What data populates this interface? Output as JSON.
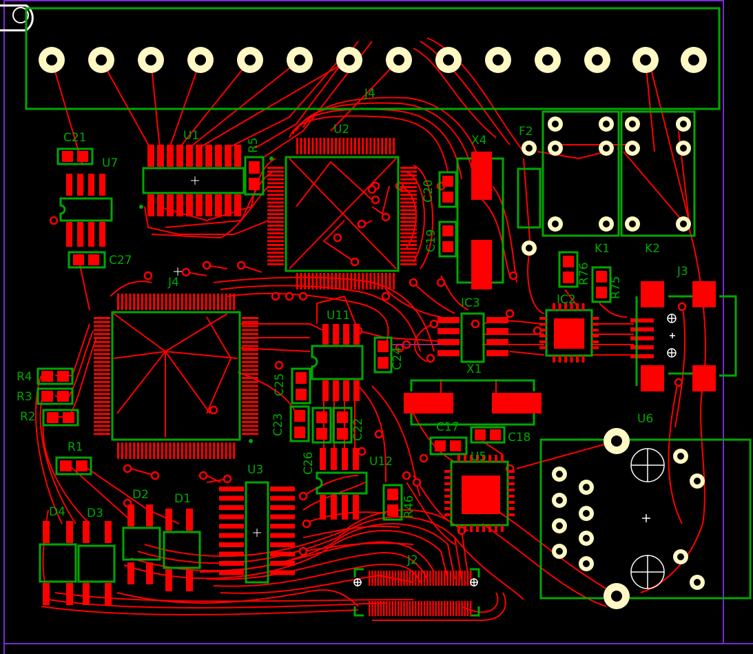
{
  "board": {
    "colors": {
      "background": "#000000",
      "copper": "#ff0000",
      "silkscreen": "#00a800",
      "pad_ring": "#fff8c4",
      "outline": "#7a2ad8",
      "marks": "#ffffff"
    }
  },
  "labels": {
    "J4_top": "J4",
    "U1": "U1",
    "R5": "R5",
    "U2": "U2",
    "X4": "X4",
    "F2": "F2",
    "C21": "C21",
    "U7": "U7",
    "C27": "C27",
    "C20": "C20",
    "C19": "C19",
    "K1": "K1",
    "K2": "K2",
    "R76": "R76",
    "R75": "R75",
    "J3": "J3",
    "J4_mid": "J4",
    "IC3": "IC3",
    "IC2": "IC2",
    "U11": "U11",
    "C24": "C24",
    "X1": "X1",
    "R4": "R4",
    "R3": "R3",
    "R2": "R2",
    "C25": "C25",
    "C23": "C23",
    "C22": "C22",
    "C17": "C17",
    "C18": "C18",
    "U6": "U6",
    "R1": "R1",
    "C26": "C26",
    "U12": "U12",
    "U5": "U5",
    "U3": "U3",
    "R46": "R46",
    "D2": "D2",
    "D1": "D1",
    "D4": "D4",
    "D3": "D3",
    "J2": "J2"
  }
}
